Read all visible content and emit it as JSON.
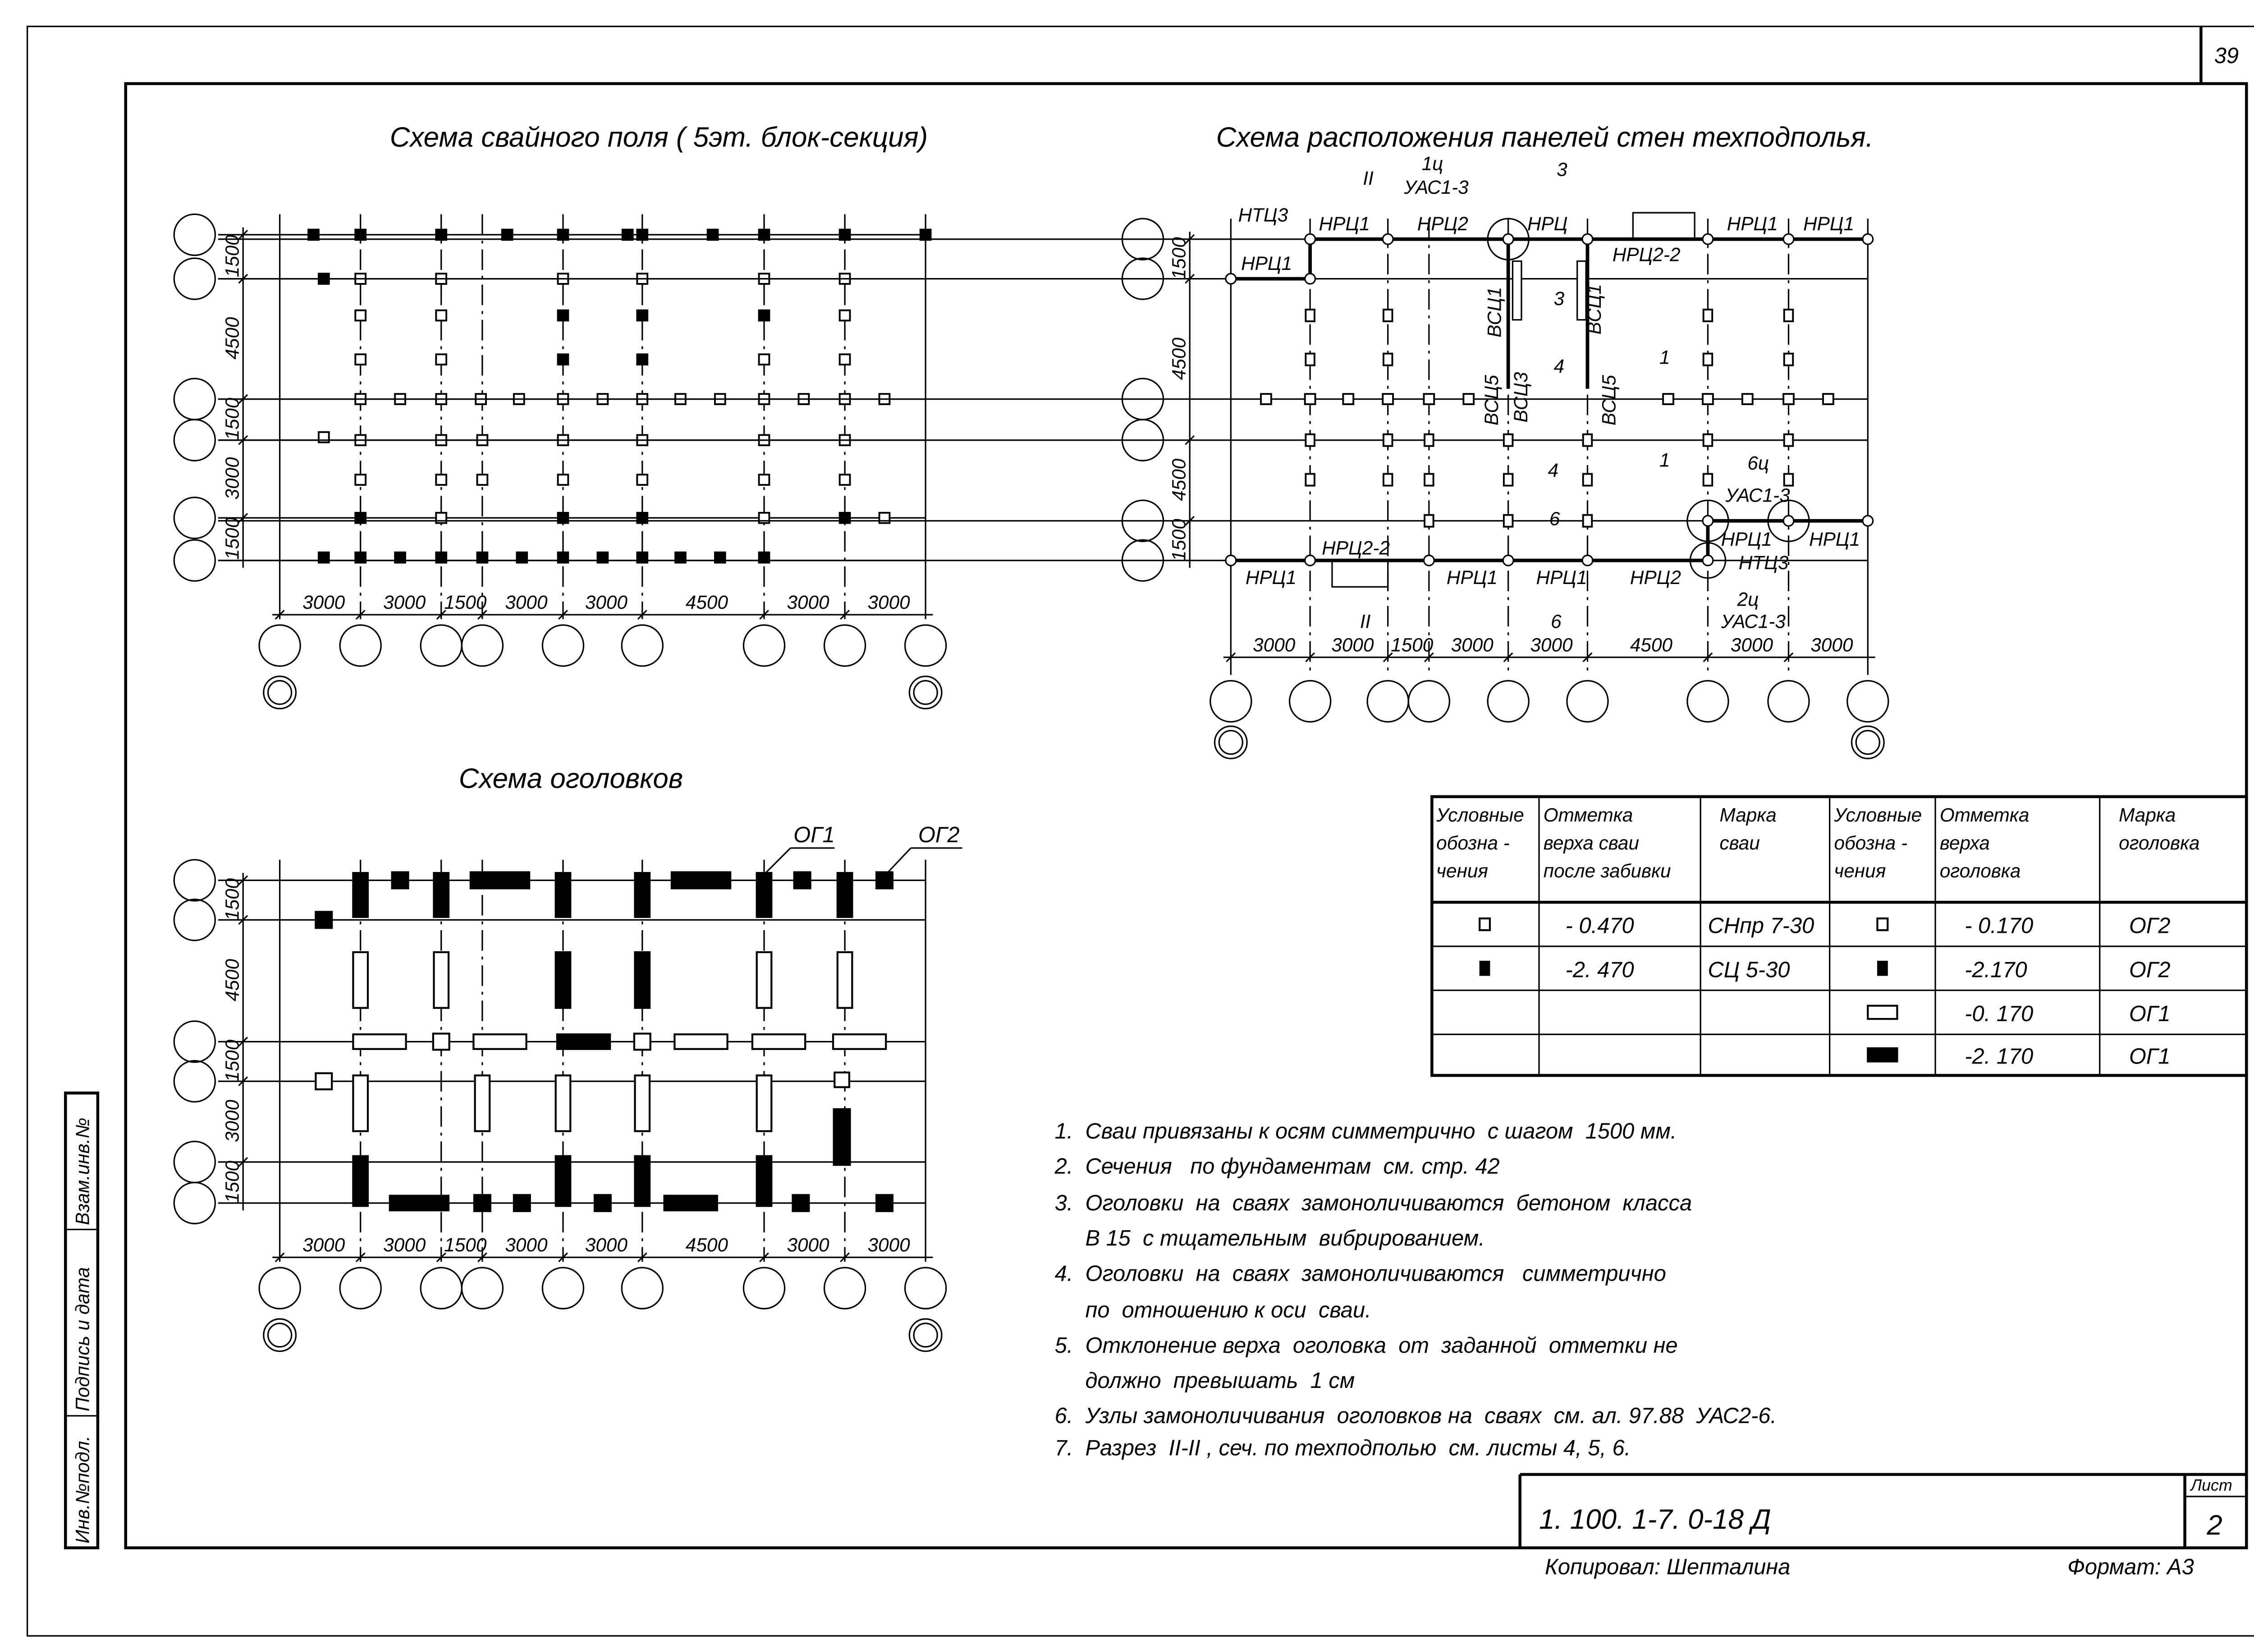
{
  "sheet_number_corner": "39",
  "side_stamp": {
    "inv_no": "Инв.№подл.",
    "signature_date": "Подпись и дата",
    "replace_inv": "Взам.инв.№"
  },
  "pile_field": {
    "title": "Схема свайного поля  ( 5эт. блок-секция)",
    "dims_bottom": [
      "3000",
      "3000",
      "1500",
      "3000",
      "3000",
      "4500",
      "3000",
      "3000"
    ],
    "dims_left": [
      "1500",
      "4500",
      "1500",
      "3000",
      "1500"
    ]
  },
  "panels": {
    "title": "Схема расположения панелей   стен техподполья.",
    "dims_bottom": [
      "3000",
      "3000",
      "1500",
      "3000",
      "3000",
      "4500",
      "3000",
      "3000"
    ],
    "dims_left": [
      "1500",
      "4500",
      "4500",
      "1500"
    ],
    "labels": [
      "НТЦ3",
      "НРЦ1",
      "НРЦ2",
      "1ц",
      "УАС1-3",
      "НРЦ",
      "НРЦ2-2",
      "НРЦ1",
      "НРЦ1",
      "НРЦ1",
      "ВСЦ1",
      "3",
      "ВСЦ1",
      "ВСЦ5",
      "4",
      "ВСЦ3",
      "ВСЦ5",
      "4",
      "1",
      "1",
      "6ц",
      "УАС1-3",
      "НРЦ1",
      "НРЦ1",
      "НТЦ3",
      "НРЦ1",
      "НРЦ2-2",
      "НРЦ1",
      "НРЦ1",
      "НРЦ2",
      "6",
      "6",
      "2ц",
      "УАС1-3",
      "II",
      "3",
      "II"
    ]
  },
  "heads": {
    "title": "Схема оголовков",
    "mark1": "ОГ1",
    "mark2": "ОГ2",
    "dims_bottom": [
      "3000",
      "3000",
      "1500",
      "3000",
      "3000",
      "4500",
      "3000",
      "3000"
    ],
    "dims_left": [
      "1500",
      "4500",
      "1500",
      "3000",
      "1500"
    ]
  },
  "legend_table": {
    "header_lines": [
      [
        "Условные",
        "обозна -",
        "чения"
      ],
      [
        "Отметка",
        "верха сваи",
        "после забивки"
      ],
      [
        "Марка",
        "сваи"
      ],
      [
        "Условные",
        "обозна -",
        "чения"
      ],
      [
        "Отметка",
        "верха",
        "оголовка"
      ],
      [
        "Марка",
        "оголовка"
      ]
    ],
    "rows": [
      {
        "pile_symbol": "hollow-square",
        "pile_elev": "- 0.470",
        "pile_mark": "СНпр 7-30",
        "head_symbol": "hollow-square",
        "head_elev": "- 0.170",
        "head_mark": "ОГ2"
      },
      {
        "pile_symbol": "filled-square",
        "pile_elev": "-2. 470",
        "pile_mark": "СЦ 5-30",
        "head_symbol": "filled-square",
        "head_elev": "-2.170",
        "head_mark": "ОГ2"
      },
      {
        "pile_symbol": "",
        "pile_elev": "",
        "pile_mark": "",
        "head_symbol": "hollow-rect",
        "head_elev": "-0. 170",
        "head_mark": "ОГ1"
      },
      {
        "pile_symbol": "",
        "pile_elev": "",
        "pile_mark": "",
        "head_symbol": "filled-rect",
        "head_elev": "-2. 170",
        "head_mark": "ОГ1"
      }
    ]
  },
  "notes": [
    "1.  Сваи привязаны к осям симметрично  с шагом  1500 мм.",
    "2.  Сечения   по фундаментам  см. стр. 42",
    "3.  Оголовки  на  сваях  замоноличиваются  бетоном  класса",
    "     В 15  с тщательным  вибрированием.",
    "4.  Оголовки  на  сваях  замоноличиваются   симметрично",
    "     по  отношению к оси  сваи.",
    "5.  Отклонение верха  оголовка  от  заданной  отметки не",
    "     должно  превышать  1 см",
    "6.  Узлы замоноличивания  оголовков на  сваях  см. ал. 97.88  УАС2-6.",
    "7.  Разрез  II-II , сеч. по техподполью  см. листы 4, 5, 6."
  ],
  "title_block": {
    "code": "1. 100. 1-7. 0-18 Д",
    "sheet_label": "Лист",
    "sheet_value": "2",
    "copied_by": "Копировал: Шепталина",
    "format": "Формат: А3"
  }
}
